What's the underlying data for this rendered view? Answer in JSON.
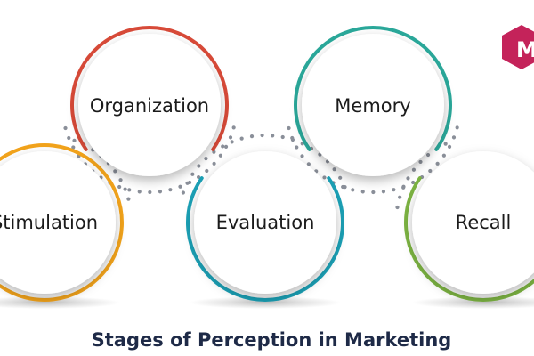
{
  "title": "Stages of Perception in Marketing",
  "logo": {
    "icon": "brand-logo-hexagon",
    "text": "M",
    "color": "#c4235a"
  },
  "stages": [
    {
      "label": "Stimulation",
      "color": "#f2a31b"
    },
    {
      "label": "Organization",
      "color": "#d84a38"
    },
    {
      "label": "Evaluation",
      "color": "#1ba0b5"
    },
    {
      "label": "Memory",
      "color": "#2aa89a"
    },
    {
      "label": "Recall",
      "color": "#7cb342"
    }
  ],
  "colors": {
    "dots": "#8a8f99",
    "circle_fill": "#ffffff",
    "title": "#1e2a47"
  }
}
